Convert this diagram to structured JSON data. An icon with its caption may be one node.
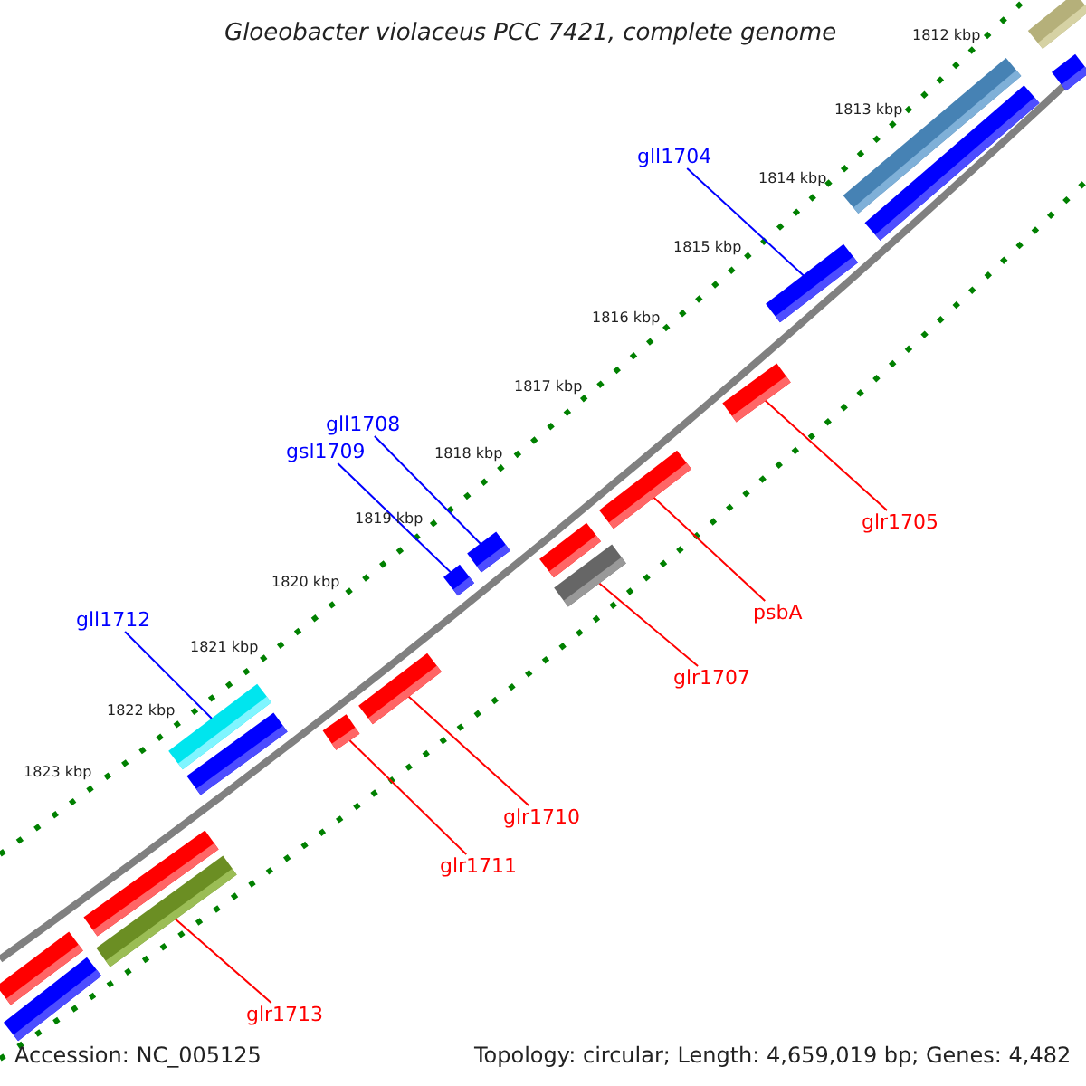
{
  "diagram": {
    "title": "Gloeobacter violaceus PCC 7421, complete genome",
    "nodes": [
      {
        "text": [
          "gll1704"
        ]
      },
      {
        "text": [
          "gll1708"
        ]
      },
      {
        "text": [
          "gsl1709"
        ]
      },
      {
        "text": [
          "glr1705"
        ]
      },
      {
        "text": [
          "psbA"
        ]
      },
      {
        "text": [
          "glr1707"
        ]
      },
      {
        "text": [
          "gll1712"
        ]
      },
      {
        "text": [
          "glr1710"
        ]
      },
      {
        "text": [
          "glr1711"
        ]
      },
      {
        "text": [
          "glr1713"
        ]
      },
      {
        "text": [],
        "shape": "bar"
      },
      {
        "text": [],
        "shape": "bar"
      },
      {
        "text": [],
        "shape": "bar"
      },
      {
        "text": [],
        "shape": "bar"
      },
      {
        "text": [],
        "shape": "bar"
      },
      {
        "text": [],
        "shape": "bar"
      },
      {
        "text": [],
        "shape": "bar"
      },
      {
        "text": [],
        "shape": "bar"
      },
      {
        "text": [],
        "shape": "bar"
      },
      {
        "text": [],
        "shape": "bar"
      },
      {
        "text": [],
        "shape": "bar"
      },
      {
        "text": [],
        "shape": "bar"
      },
      {
        "text": [],
        "shape": "bar"
      },
      {
        "text": [],
        "shape": "bar"
      },
      {
        "text": [],
        "shape": "bar"
      },
      {
        "text": [],
        "shape": "bar"
      },
      {
        "text": [],
        "shape": "bar"
      },
      {
        "text": [],
        "shape": "bar"
      },
      {
        "text": [],
        "shape": "bar"
      }
    ],
    "edges": [
      {
        "from": 0,
        "to": 14,
        "arrow": "none",
        "color": "#0000ff"
      },
      {
        "from": 1,
        "to": 18,
        "arrow": "none",
        "color": "#0000ff"
      },
      {
        "from": 2,
        "to": 20,
        "arrow": "none",
        "color": "#0000ff"
      },
      {
        "from": 3,
        "to": 15,
        "arrow": "none"
      },
      {
        "from": 4,
        "to": 16,
        "arrow": "none"
      },
      {
        "from": 5,
        "to": 19,
        "arrow": "none"
      },
      {
        "from": 6,
        "to": 22,
        "arrow": "none",
        "color": "#0000ff"
      },
      {
        "from": 7,
        "to": 21,
        "arrow": "none"
      },
      {
        "from": 8,
        "to": 24,
        "arrow": "none"
      },
      {
        "from": 9,
        "to": 26,
        "arrow": "none"
      }
    ],
    "labels": [
      "1812 kbp",
      "1813 kbp",
      "1814 kbp",
      "1815 kbp",
      "1816 kbp",
      "1817 kbp",
      "1818 kbp",
      "1819 kbp",
      "1820 kbp",
      "1821 kbp",
      "1822 kbp",
      "1823 kbp",
      "Accession: NC_005125",
      "Topology: circular; Length: 4,659,019 bp; Genes: 4,482"
    ]
  }
}
